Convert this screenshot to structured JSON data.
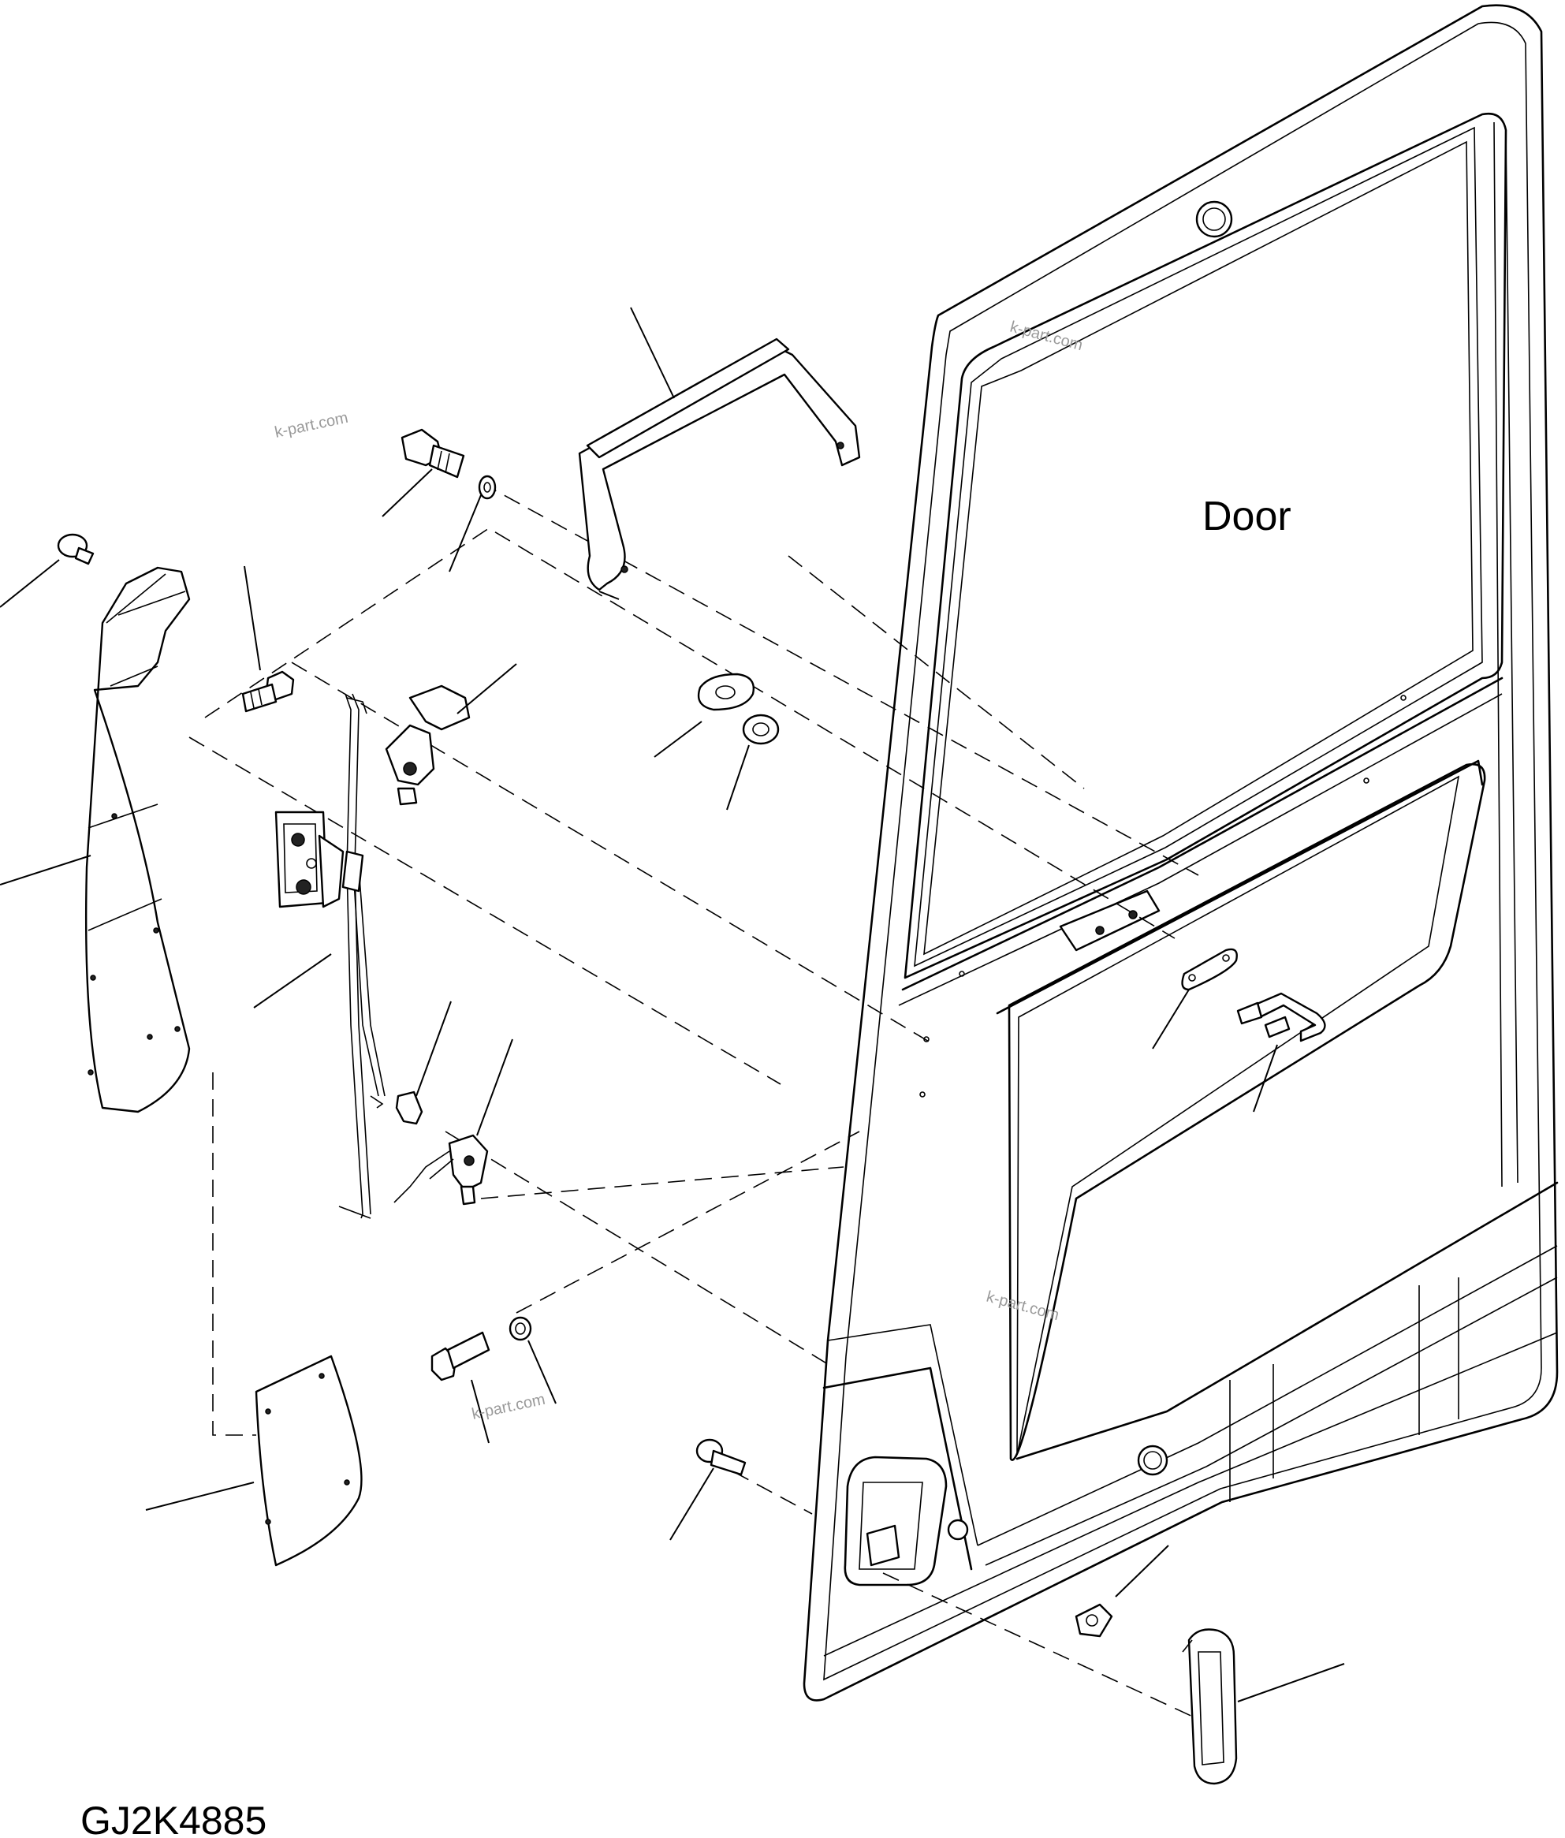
{
  "door_label": "Door",
  "drawing_code": "GJ2K4885",
  "watermark": "k-part.com"
}
